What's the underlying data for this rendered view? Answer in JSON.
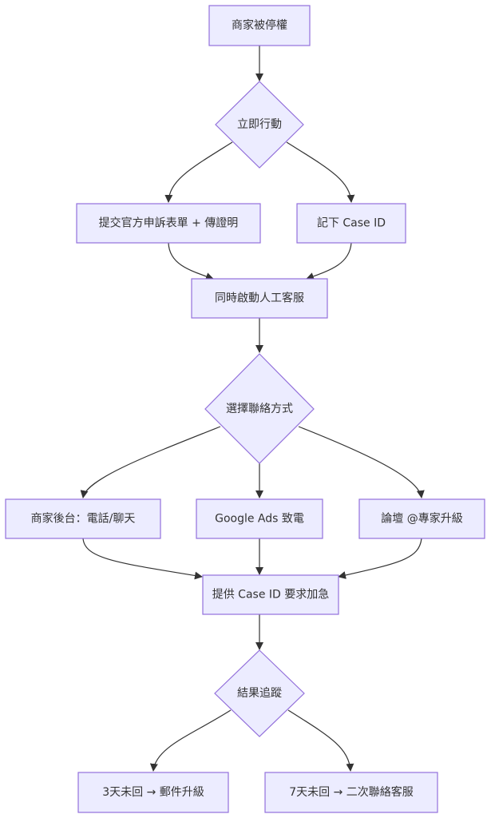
{
  "nodes": {
    "suspended": "商家被停權",
    "act_now": "立即行動",
    "appeal": "提交官方申訴表單 + 傳證明",
    "case_id": "記下 Case ID",
    "support": "同時啟動人工客服",
    "choose_contact": "選擇聯絡方式",
    "merchant_console": "商家後台：電話/聊天",
    "google_ads": "Google Ads 致電",
    "forum": "論壇 @專家升級",
    "expedite": "提供 Case ID 要求加急",
    "track": "結果追蹤",
    "three_days": "3天未回 → 郵件升級",
    "seven_days": "7天未回 → 二次聯絡客服"
  },
  "colors": {
    "node_fill": "#ECECFF",
    "node_stroke": "#9370DB",
    "edge": "#333333",
    "text": "#333333"
  }
}
